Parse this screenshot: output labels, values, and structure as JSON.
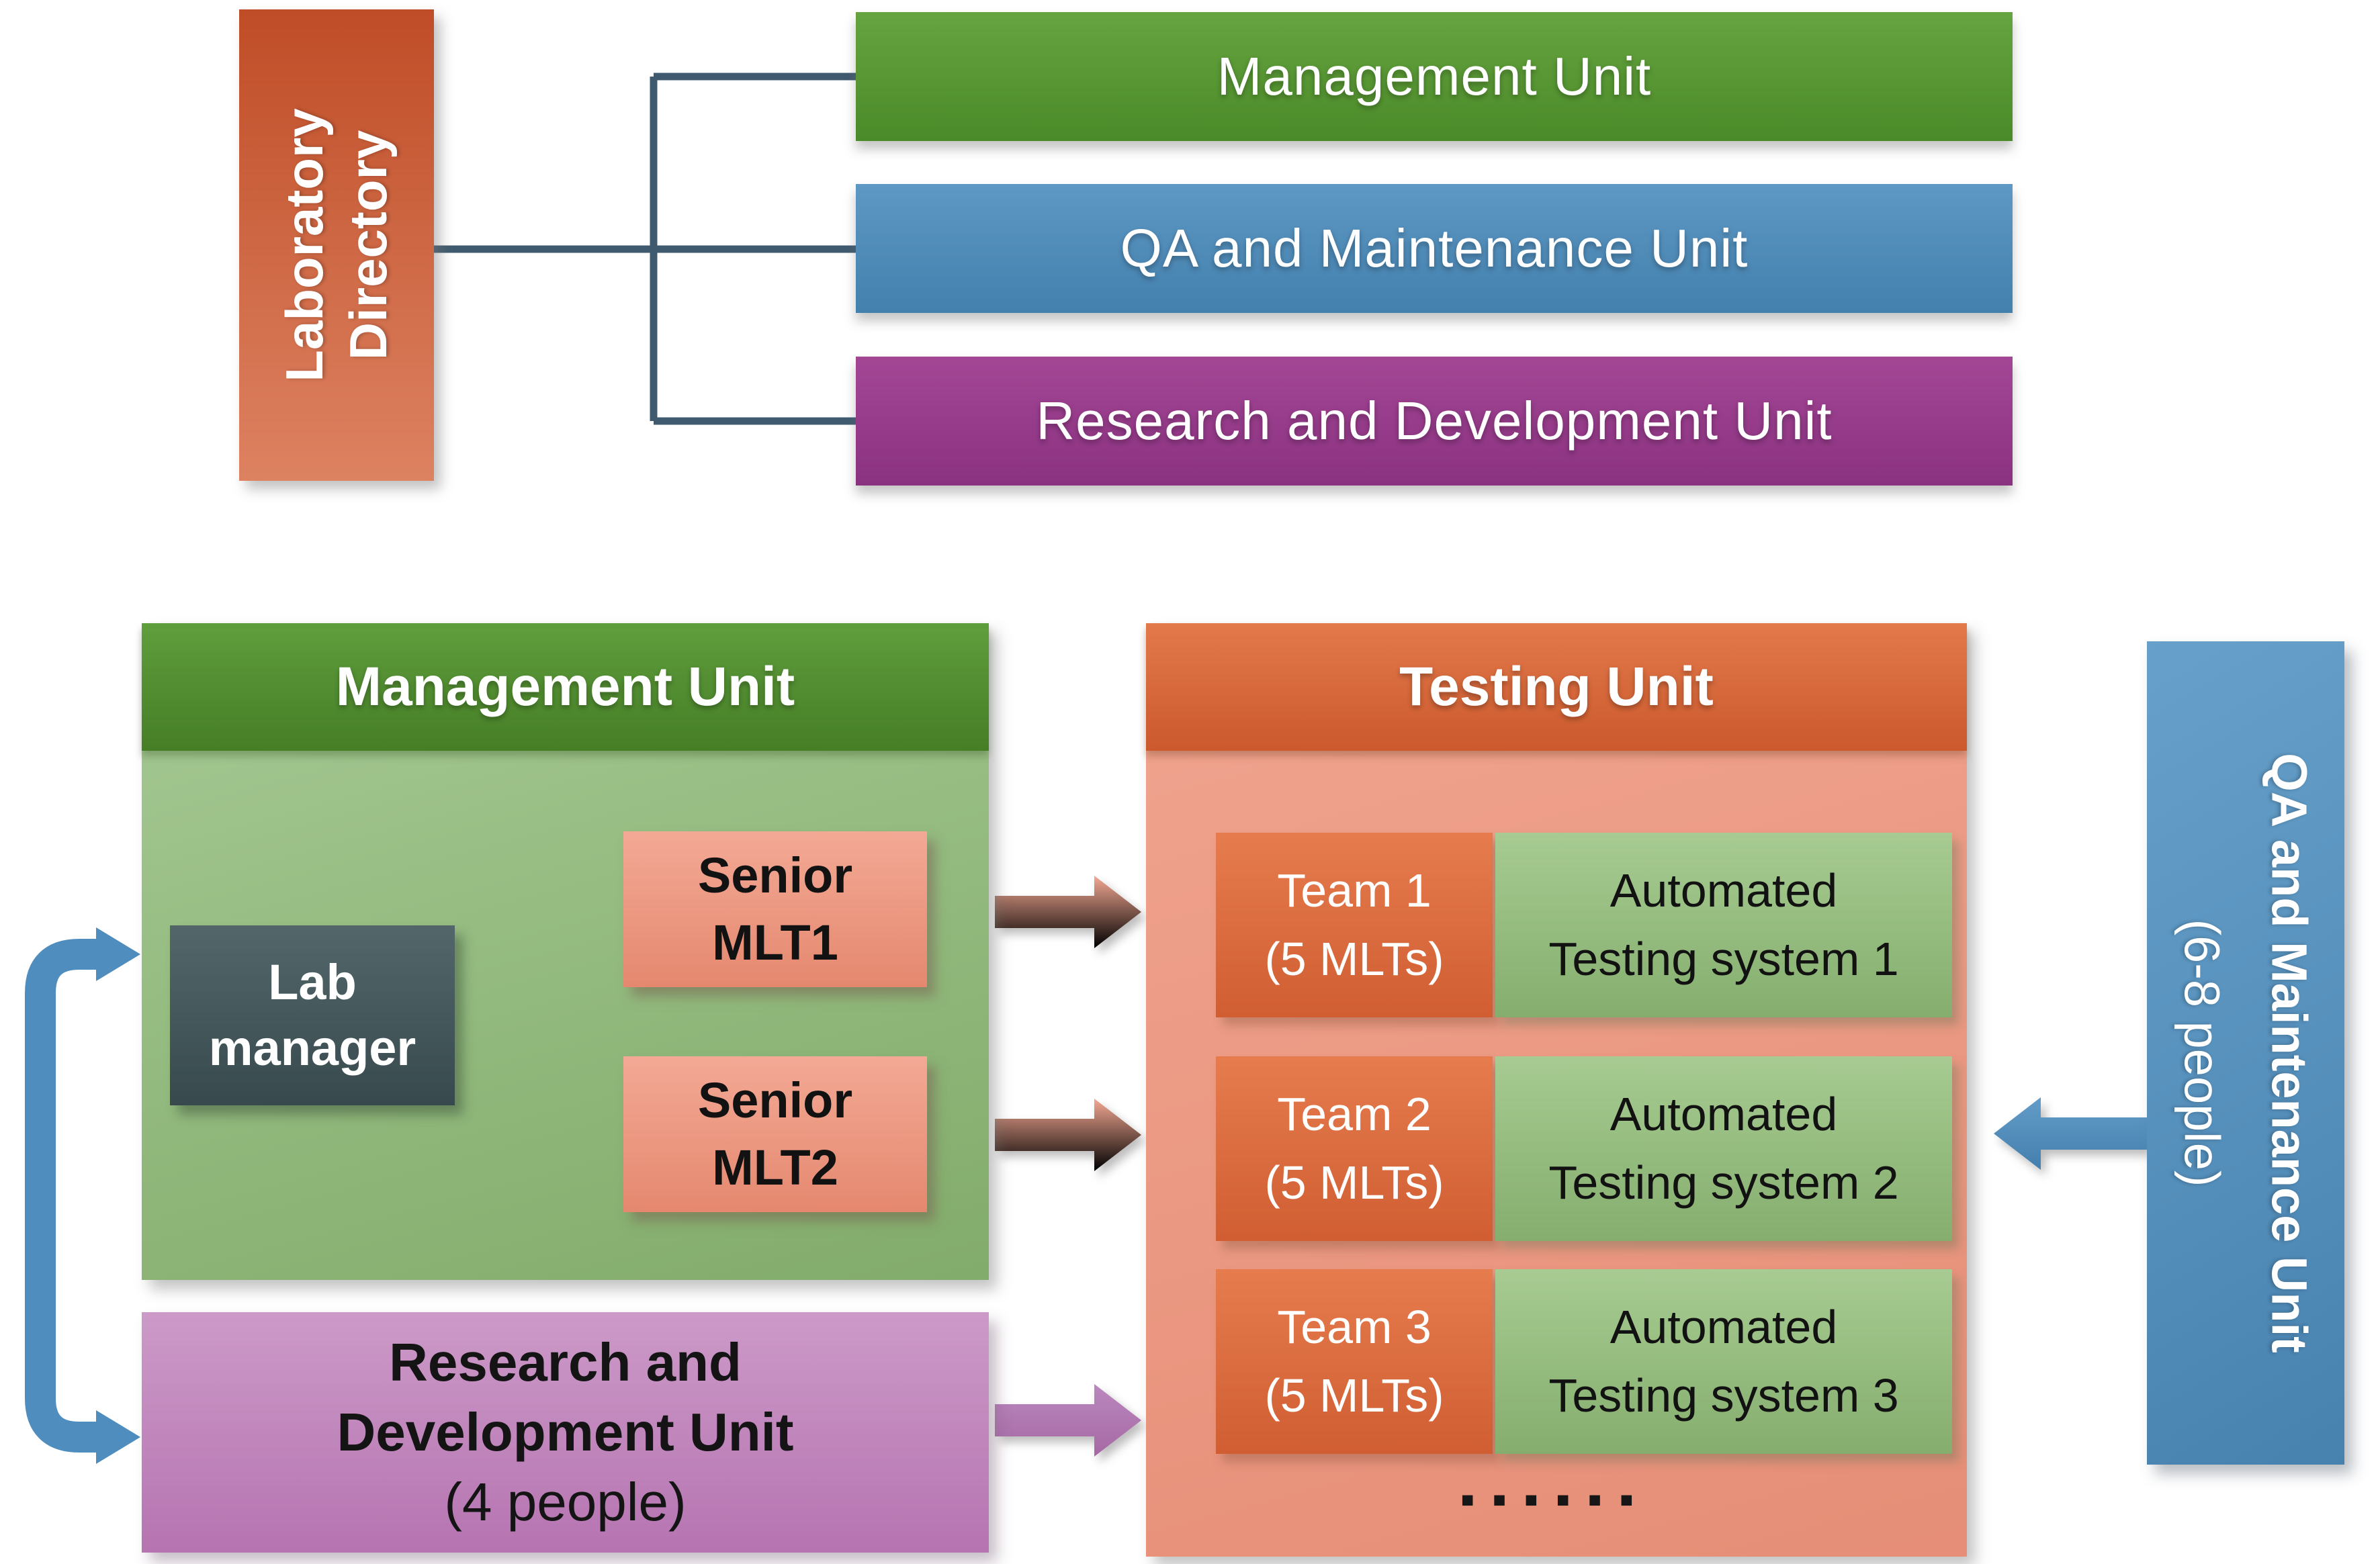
{
  "top_section": {
    "directory": {
      "line1": "Laboratory",
      "line2": "Directory"
    },
    "bars": [
      {
        "label": "Management Unit"
      },
      {
        "label": "QA and Maintenance Unit"
      },
      {
        "label": "Research and Development Unit"
      }
    ]
  },
  "management_panel": {
    "title": "Management Unit",
    "lab_manager": {
      "line1": "Lab",
      "line2": "manager"
    },
    "senior1": {
      "line1": "Senior",
      "line2": "MLT1"
    },
    "senior2": {
      "line1": "Senior",
      "line2": "MLT2"
    }
  },
  "rd_panel": {
    "line1": "Research and",
    "line2": "Development Unit",
    "line3": "(4 people)"
  },
  "testing_panel": {
    "title": "Testing Unit",
    "rows": [
      {
        "team_line1": "Team 1",
        "team_line2": "(5 MLTs)",
        "system_line1": "Automated",
        "system_line2": "Testing system 1"
      },
      {
        "team_line1": "Team 2",
        "team_line2": "(5 MLTs)",
        "system_line1": "Automated",
        "system_line2": "Testing system 2"
      },
      {
        "team_line1": "Team 3",
        "team_line2": "(5 MLTs)",
        "system_line1": "Automated",
        "system_line2": "Testing system 3"
      }
    ],
    "ellipsis": "■■■■■■"
  },
  "qa_panel": {
    "line1": "QA and Maintenance Unit",
    "line2": "(6-8 people)"
  },
  "colors": {
    "directory_orange": "#c7562e",
    "management_green": "#579733",
    "qa_blue": "#4f8cba",
    "rd_purple": "#97398a",
    "testing_orange": "#d8693c",
    "panel_body_green": "#94bd81",
    "panel_body_salmon": "#ec9a85",
    "team_orange": "#dc6f42",
    "system_green": "#95bd7e",
    "salmon_arrow": "#ef977e",
    "purple_arrow": "#b279b2",
    "blue_arrow": "#4e8dbd",
    "connector": "#3f5a6e"
  }
}
